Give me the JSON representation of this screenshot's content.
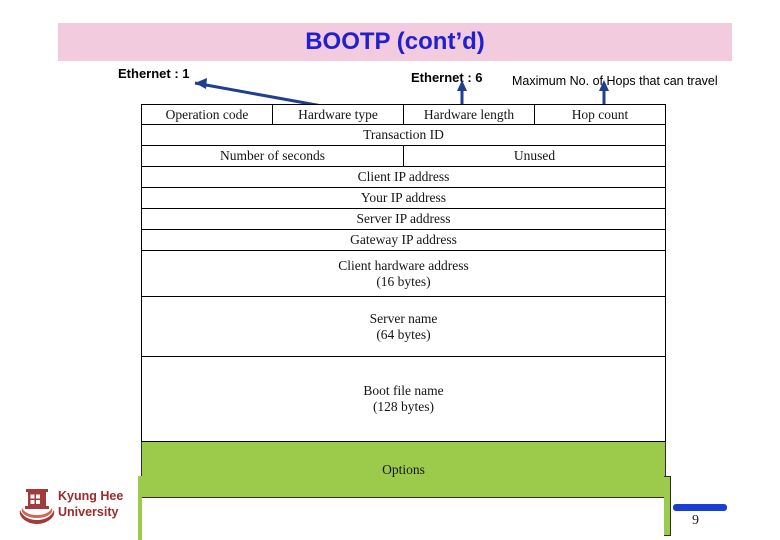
{
  "slide": {
    "title": "BOOTP (cont’d)",
    "title_color": "#2020d0",
    "banner_color": "#f2cbde",
    "page_number": "9"
  },
  "annotations": [
    {
      "id": "ethernet-1",
      "text": "Ethernet : 1",
      "bold": true,
      "points_to": "Hardware type"
    },
    {
      "id": "ethernet-6",
      "text": "Ethernet : 6",
      "bold": true,
      "points_to": "Hardware length"
    },
    {
      "id": "max-hops",
      "text": "Maximum No. of Hops that can travel",
      "bold": false,
      "points_to": "Hop count"
    }
  ],
  "packet": {
    "rows": [
      {
        "cells": [
          {
            "label": "Operation code",
            "width_pct": 25
          },
          {
            "label": "Hardware type",
            "width_pct": 25
          },
          {
            "label": "Hardware length",
            "width_pct": 25
          },
          {
            "label": "Hop count",
            "width_pct": 25
          }
        ]
      },
      {
        "cells": [
          {
            "label": "Transaction ID",
            "width_pct": 100
          }
        ]
      },
      {
        "cells": [
          {
            "label": "Number of seconds",
            "width_pct": 50
          },
          {
            "label": "Unused",
            "width_pct": 50
          }
        ]
      },
      {
        "cells": [
          {
            "label": "Client IP address",
            "width_pct": 100
          }
        ]
      },
      {
        "cells": [
          {
            "label": "Your IP address",
            "width_pct": 100
          }
        ]
      },
      {
        "cells": [
          {
            "label": "Server IP address",
            "width_pct": 100
          }
        ]
      },
      {
        "cells": [
          {
            "label": "Gateway IP address",
            "width_pct": 100
          }
        ]
      },
      {
        "cells": [
          {
            "label": "Client hardware address",
            "sub": "(16 bytes)",
            "width_pct": 100
          }
        ]
      },
      {
        "cells": [
          {
            "label": "Server name",
            "sub": "(64 bytes)",
            "width_pct": 100
          }
        ]
      },
      {
        "cells": [
          {
            "label": "Boot file name",
            "sub": "(128 bytes)",
            "width_pct": 100
          }
        ]
      },
      {
        "cells": [
          {
            "label": "Options",
            "width_pct": 100,
            "fill": "#9ccb4c"
          }
        ]
      }
    ]
  },
  "footer": {
    "university": "Kyung Hee\nUniversity",
    "university_color": "#9c2b2b",
    "accent_green": "#9ccb4c",
    "accent_blue": "#1a3fd4"
  }
}
